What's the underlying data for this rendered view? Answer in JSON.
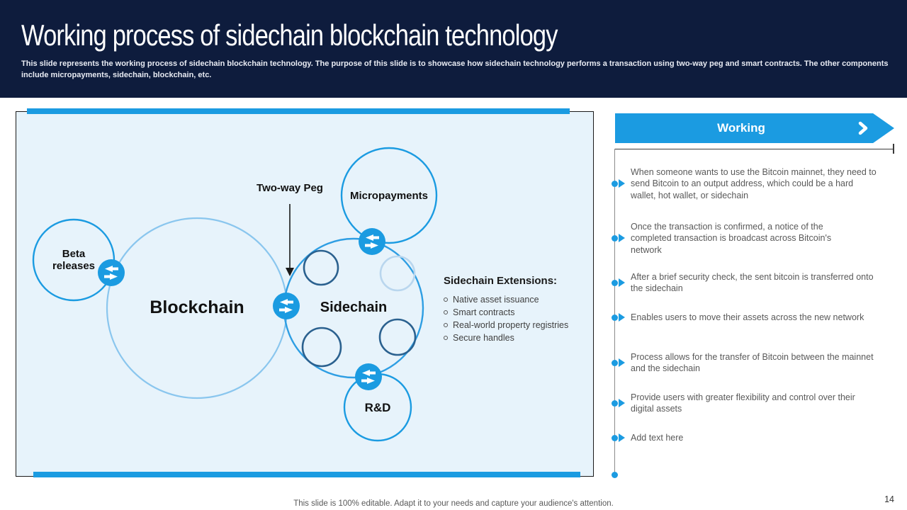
{
  "slide": {
    "title": "Working process of sidechain blockchain technology",
    "subtitle": "This slide represents the working process of sidechain blockchain technology. The purpose of this slide is to showcase how sidechain technology performs a transaction using two-way peg and smart contracts. The other components include micropayments, sidechain, blockchain, etc.",
    "footer_note": "This slide is 100% editable. Adapt it to your needs and capture your audience's attention.",
    "page_number": "14"
  },
  "colors": {
    "header_bg": "#0E1C3D",
    "accent_blue": "#1B9BE1",
    "panel_bg": "#E7F3FB",
    "blockchain_circle_stroke": "#8AC6EE",
    "dark_inner_circle_stroke": "#2B618F",
    "pale_inner_circle_stroke": "#B9D6EE",
    "body_text_gray": "#595959"
  },
  "icons": {
    "connector": "swap-arrows-icon",
    "banner_arrow": "chevron-right-icon",
    "step_marker": "arrow-bullet-icon",
    "extension_bullet": "open-circle-bullet"
  },
  "diagram": {
    "nodes": {
      "blockchain": "Blockchain",
      "sidechain": "Sidechain",
      "micropayments": "Micropayments",
      "beta_releases": "Beta releases",
      "rd": "R&D",
      "two_way_peg": "Two-way Peg"
    },
    "extensions": {
      "title": "Sidechain Extensions:",
      "items": [
        "Native asset issuance",
        "Smart contracts",
        "Real-world property registries",
        "Secure handles"
      ]
    }
  },
  "working": {
    "title": "Working",
    "steps": [
      "When someone wants to use the Bitcoin mainnet, they need to send Bitcoin to an output address, which could be a hard wallet, hot wallet, or sidechain",
      "Once the transaction is confirmed,  a notice of the completed transaction is broadcast across Bitcoin's network",
      "After a brief security check, the sent bitcoin is transferred onto the sidechain",
      "Enables users to move their assets across the new network",
      "Process allows for the transfer of Bitcoin between the mainnet and the sidechain",
      "Provide users with greater flexibility and control over their digital assets",
      "Add text here"
    ]
  }
}
